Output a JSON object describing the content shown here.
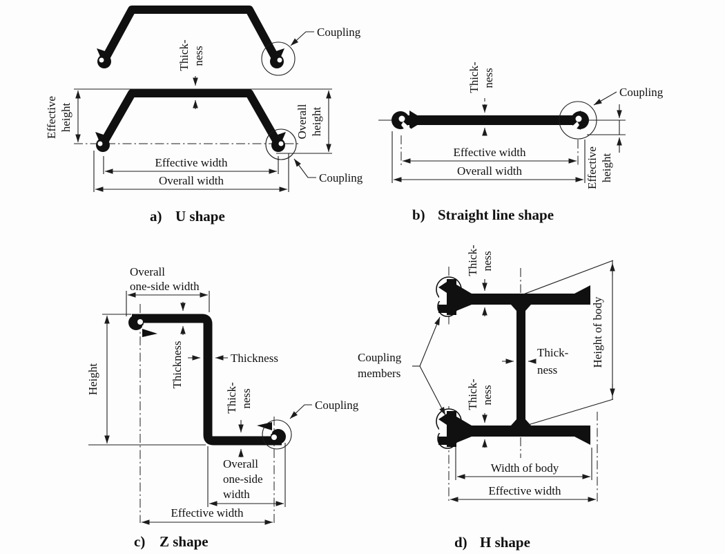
{
  "figure_colors": {
    "ink": "#101010",
    "background": "#fdfdfd"
  },
  "panels": {
    "a": {
      "caption_prefix": "a)",
      "caption_title": "U shape",
      "labels": {
        "coupling_top": "Coupling",
        "coupling_bottom": "Coupling",
        "thickness_line1": "Thick-",
        "thickness_line2": "ness",
        "effective_height_line1": "Effective",
        "effective_height_line2": "height",
        "overall_height_line1": "Overall",
        "overall_height_line2": "height",
        "effective_width": "Effective width",
        "overall_width": "Overall width"
      }
    },
    "b": {
      "caption_prefix": "b)",
      "caption_title": "Straight line shape",
      "labels": {
        "thickness_line1": "Thick-",
        "thickness_line2": "ness",
        "coupling": "Coupling",
        "effective_width": "Effective width",
        "overall_width": "Overall width",
        "effective_height_line1": "Effective",
        "effective_height_line2": "height"
      }
    },
    "c": {
      "caption_prefix": "c)",
      "caption_title": "Z shape",
      "labels": {
        "overall_one_side_width_top_line1": "Overall",
        "overall_one_side_width_top_line2": "one-side width",
        "height": "Height",
        "thickness_top_flange": "Thickness",
        "thickness_web": "Thickness",
        "thickness_bottom_line1": "Thick-",
        "thickness_bottom_line2": "ness",
        "coupling": "Coupling",
        "overall_one_side_width_bottom_line1": "Overall",
        "overall_one_side_width_bottom_line2": "one-side",
        "overall_one_side_width_bottom_line3": "width",
        "effective_width": "Effective width"
      }
    },
    "d": {
      "caption_prefix": "d)",
      "caption_title": "H shape",
      "labels": {
        "thickness_top_line1": "Thick-",
        "thickness_top_line2": "ness",
        "thickness_web_line1": "Thick-",
        "thickness_web_line2": "ness",
        "thickness_bottom_line1": "Thick-",
        "thickness_bottom_line2": "ness",
        "height_of_body": "Height of body",
        "coupling_members_line1": "Coupling",
        "coupling_members_line2": "members",
        "width_of_body": "Width of body",
        "effective_width": "Effective width"
      }
    }
  }
}
